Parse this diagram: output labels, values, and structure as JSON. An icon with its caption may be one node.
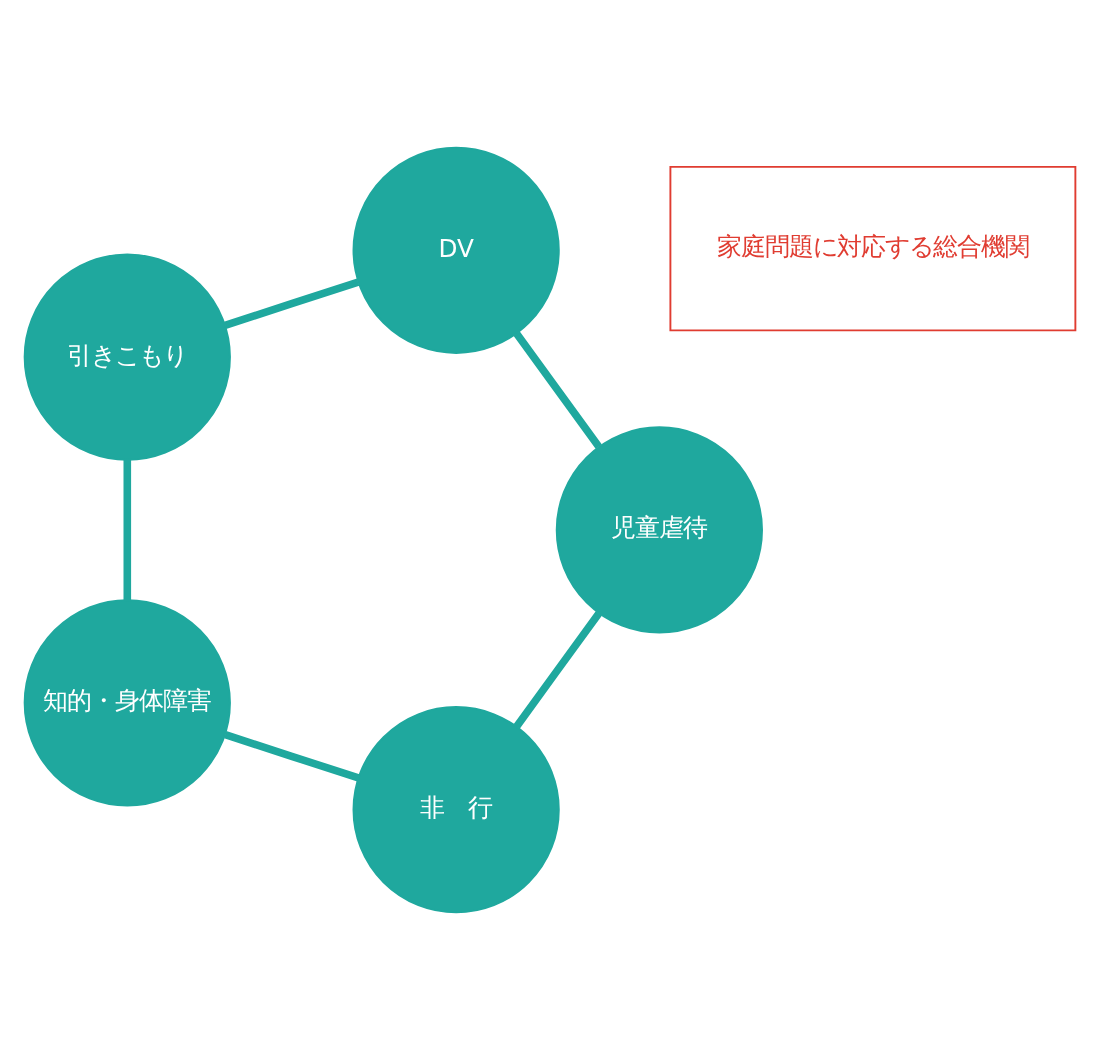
{
  "diagram": {
    "nodes": [
      {
        "text": [
          "非　行"
        ]
      },
      {
        "text": [
          "児童虐待"
        ]
      },
      {
        "text": [
          "知的・身体障害"
        ]
      },
      {
        "text": [
          "家庭問題に対応する総合機関"
        ]
      },
      {
        "text": [
          "DV"
        ]
      },
      {
        "text": [
          "引きこもり"
        ]
      }
    ],
    "edges": [
      {
        "from": 0,
        "to": 2,
        "arrow": "none"
      },
      {
        "from": 2,
        "to": 5,
        "arrow": "none"
      },
      {
        "from": 5,
        "to": 4,
        "arrow": "none"
      },
      {
        "from": 4,
        "to": 1,
        "arrow": "none"
      },
      {
        "from": 1,
        "to": 0,
        "arrow": "none"
      }
    ]
  }
}
